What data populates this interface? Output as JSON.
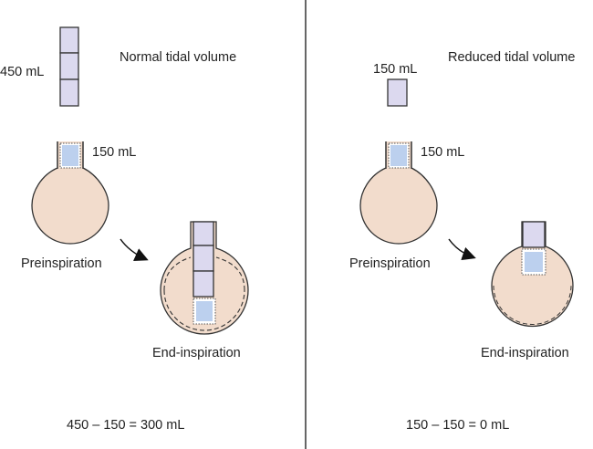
{
  "colors": {
    "tidal_block": "#dcd9ef",
    "dead_space": "#bcd0ee",
    "lung": "#f2dccc",
    "outline": "#333333",
    "divider": "#666666"
  },
  "left_panel": {
    "title": "Normal tidal volume",
    "tidal_volume_label": "450 mL",
    "tidal_blocks": 3,
    "dead_space_label": "150 mL",
    "preinspiration_label": "Preinspiration",
    "end_inspiration_label": "End-inspiration",
    "equation": "450 – 150 = 300 mL"
  },
  "right_panel": {
    "title": "Reduced tidal volume",
    "tidal_volume_label": "150 mL",
    "tidal_blocks": 1,
    "dead_space_label": "150 mL",
    "preinspiration_label": "Preinspiration",
    "end_inspiration_label": "End-inspiration",
    "equation": "150 – 150 = 0 mL"
  }
}
